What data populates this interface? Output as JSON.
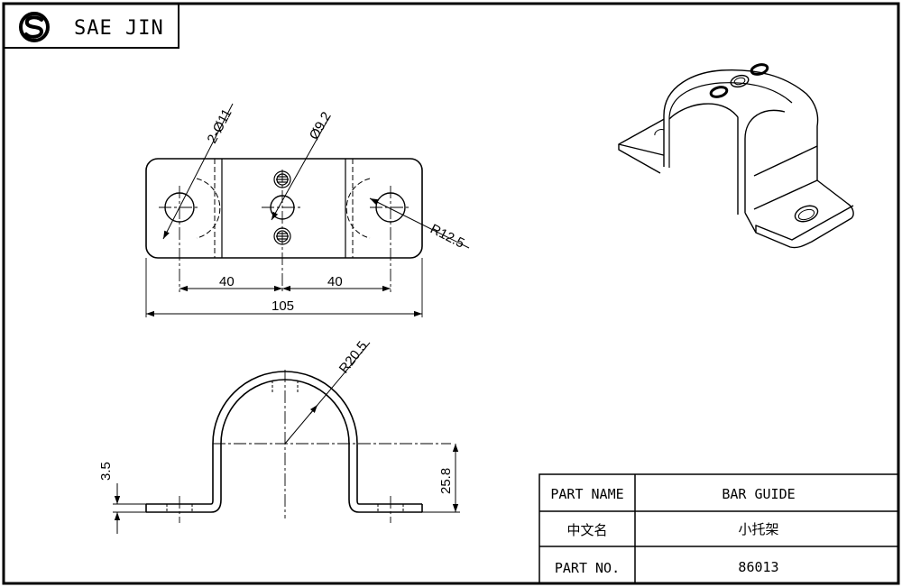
{
  "logo": {
    "company": "SAE JIN",
    "icon": "s-logo-icon"
  },
  "top_view": {
    "hole_callout": "2-Ø11",
    "center_hole_callout": "Ø9.2",
    "corner_radius": "R12.5",
    "dim_left": "40",
    "dim_right": "40",
    "dim_overall": "105"
  },
  "side_view": {
    "bend_radius": "R20.5",
    "thickness": "3.5",
    "height": "25.8"
  },
  "title_block": {
    "part_name_label": "PART NAME",
    "part_name_value": "BAR GUIDE",
    "chinese_name_label": "中文名",
    "chinese_name_value": "小托架",
    "part_no_label": "PART NO.",
    "part_no_value": "86013"
  }
}
